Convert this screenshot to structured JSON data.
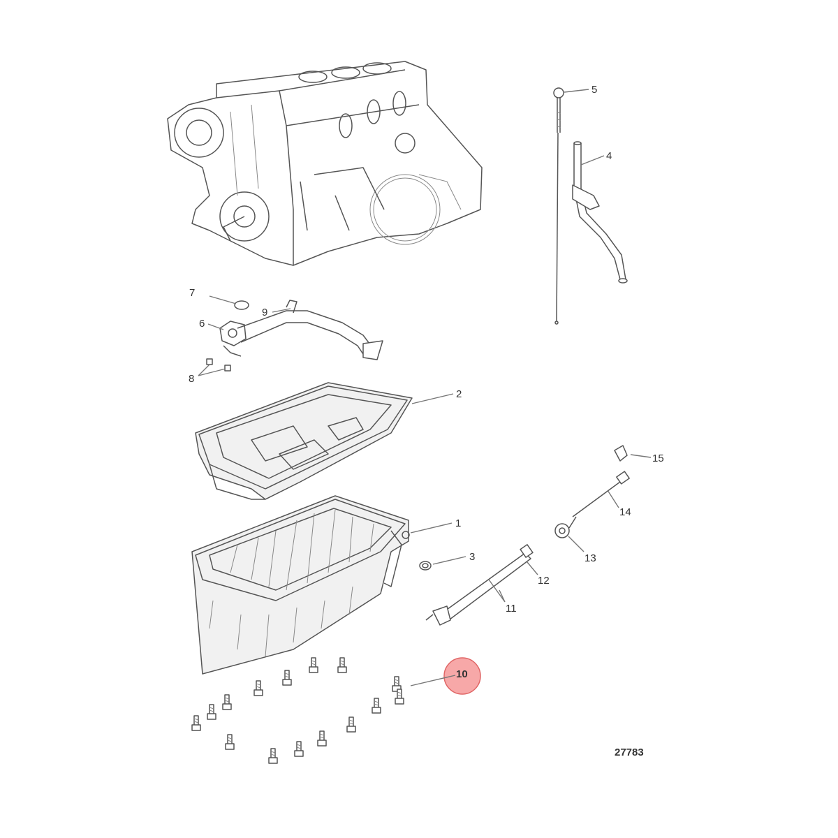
{
  "diagram": {
    "figure_number": "27783",
    "highlight_color": "#f7a8a8",
    "highlight_stroke": "#e06666",
    "highlighted_callout": "10",
    "callouts": [
      {
        "id": "1",
        "label": "1"
      },
      {
        "id": "2",
        "label": "2"
      },
      {
        "id": "3",
        "label": "3"
      },
      {
        "id": "4",
        "label": "4"
      },
      {
        "id": "5",
        "label": "5"
      },
      {
        "id": "6",
        "label": "6"
      },
      {
        "id": "7",
        "label": "7"
      },
      {
        "id": "8",
        "label": "8"
      },
      {
        "id": "9",
        "label": "9"
      },
      {
        "id": "10",
        "label": "10"
      },
      {
        "id": "11",
        "label": "11"
      },
      {
        "id": "12",
        "label": "12"
      },
      {
        "id": "13",
        "label": "13"
      },
      {
        "id": "14",
        "label": "14"
      },
      {
        "id": "15",
        "label": "15"
      }
    ]
  }
}
